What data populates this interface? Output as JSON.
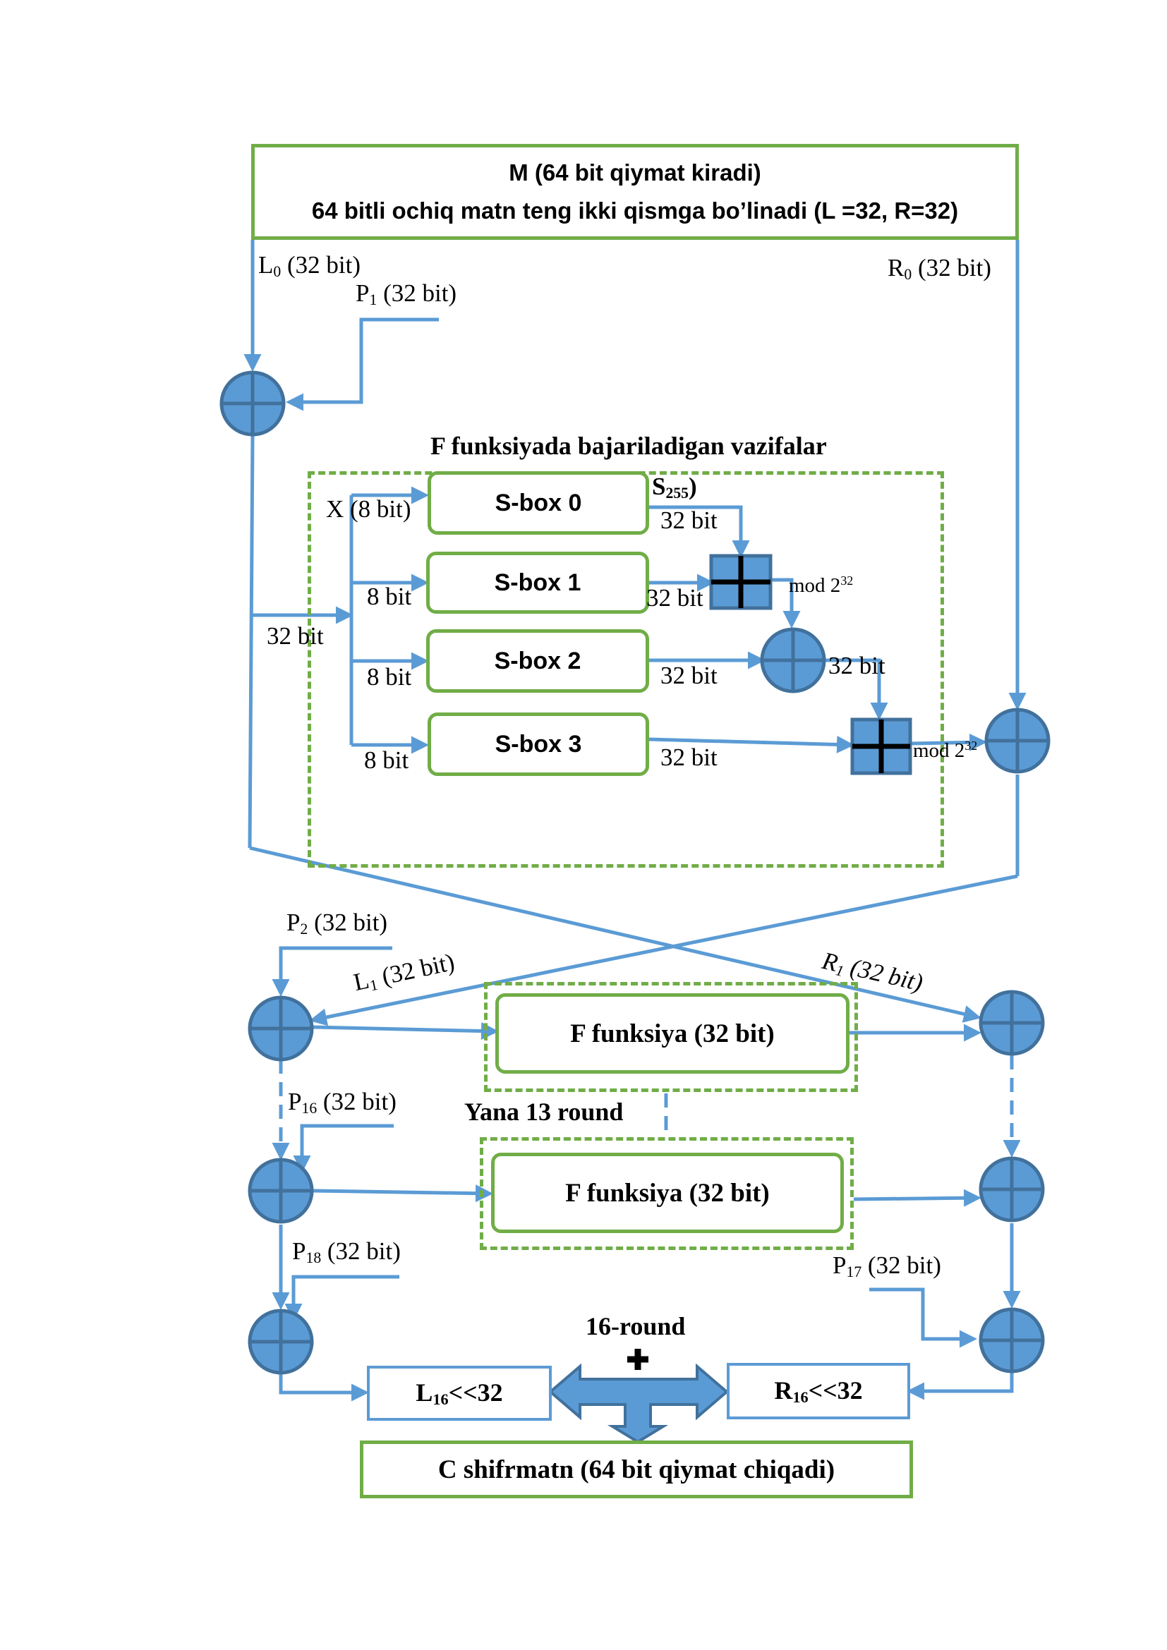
{
  "top_box": {
    "line1": "M (64 bit qiymat kiradi)",
    "line2": "64 bitli ochiq matn teng ikki qismga bo’linadi (L =32, R=32)"
  },
  "labels": {
    "l0": {
      "main": "L",
      "sub": "0",
      "rest": " (32 bit)"
    },
    "r0": {
      "main": "R",
      "sub": "0",
      "rest": " (32 bit)"
    },
    "p1": {
      "main": "P",
      "sub": "1",
      "rest": " (32 bit)"
    },
    "f_title": "F funksiyada bajariladigan vazifalar",
    "x_input": "X (8 bit)",
    "s255": "S",
    "s255_sub": "255",
    "s255_close": ")",
    "bits32_left": "32 bit",
    "bits8_1": "8 bit",
    "bits8_2": "8 bit",
    "bits8_3": "8 bit",
    "sbox0_out": "32 bit",
    "sbox1_out": "32 bit",
    "sbox2_out": "32 bit",
    "sbox3_out": "32 bit",
    "xor_out": "32 bit",
    "mod_top": "mod 2",
    "mod_top_sup": "32",
    "mod_bottom": "mod 2",
    "mod_bottom_sup": "32",
    "p2": {
      "main": "P",
      "sub": "2",
      "rest": " (32 bit)"
    },
    "l1": {
      "main": "L",
      "sub": "1",
      "rest": " (32 bit)"
    },
    "r1": {
      "main": "R",
      "sub": "1",
      "rest": " (32 bit)"
    },
    "p16": {
      "main": "P",
      "sub": "16",
      "rest": " (32 bit)"
    },
    "yana": "Yana 13 round",
    "p18": {
      "main": "P",
      "sub": "18",
      "rest": " (32 bit)"
    },
    "p17": {
      "main": "P",
      "sub": "17",
      "rest": " (32 bit)"
    },
    "round16": "16-round"
  },
  "sboxes": [
    "S-box 0",
    "S-box 1",
    "S-box 2",
    "S-box 3"
  ],
  "f_boxes": [
    "F funksiya (32 bit)",
    "F funksiya (32 bit)"
  ],
  "final_left": {
    "main": "L",
    "sub": "16",
    "rest": "<<32"
  },
  "final_right": {
    "main": "R",
    "sub": "16",
    "rest": "<<32"
  },
  "output_box": "C shifrmatn (64 bit qiymat chiqadi)",
  "colors": {
    "line_blue": "#5B9BD5",
    "circle_fill": "#5B9BD5",
    "circle_stroke": "#41719C",
    "box_green": "#70AD47"
  }
}
